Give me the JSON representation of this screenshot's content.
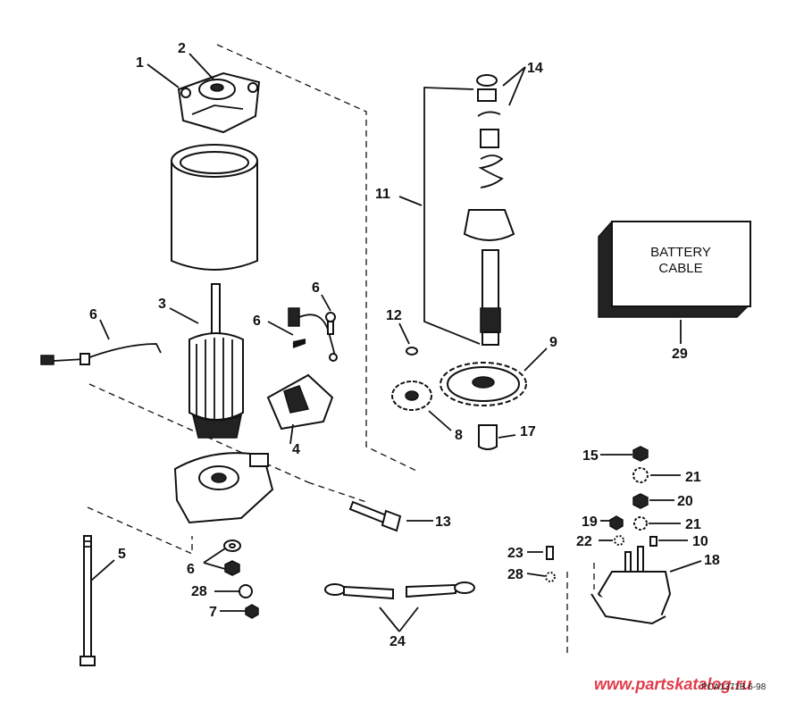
{
  "callouts": {
    "c1": "1",
    "c2": "2",
    "c3": "3",
    "c4": "4",
    "c5": "5",
    "c6a": "6",
    "c6b": "6",
    "c6c": "6",
    "c6d": "6",
    "c7": "7",
    "c8": "8",
    "c9": "9",
    "c10": "10",
    "c11": "11",
    "c12": "12",
    "c13": "13",
    "c14": "14",
    "c15": "15",
    "c17": "17",
    "c18": "18",
    "c19": "19",
    "c20": "20",
    "c21a": "21",
    "c21b": "21",
    "c22": "22",
    "c23": "23",
    "c24": "24",
    "c28a": "28",
    "c28b": "28",
    "c29": "29"
  },
  "battery_box": {
    "line1": "BATTERY",
    "line2": "CABLE"
  },
  "watermark": "www.partskatalog.ru",
  "drawing_code": "PCA1371B  6-98"
}
